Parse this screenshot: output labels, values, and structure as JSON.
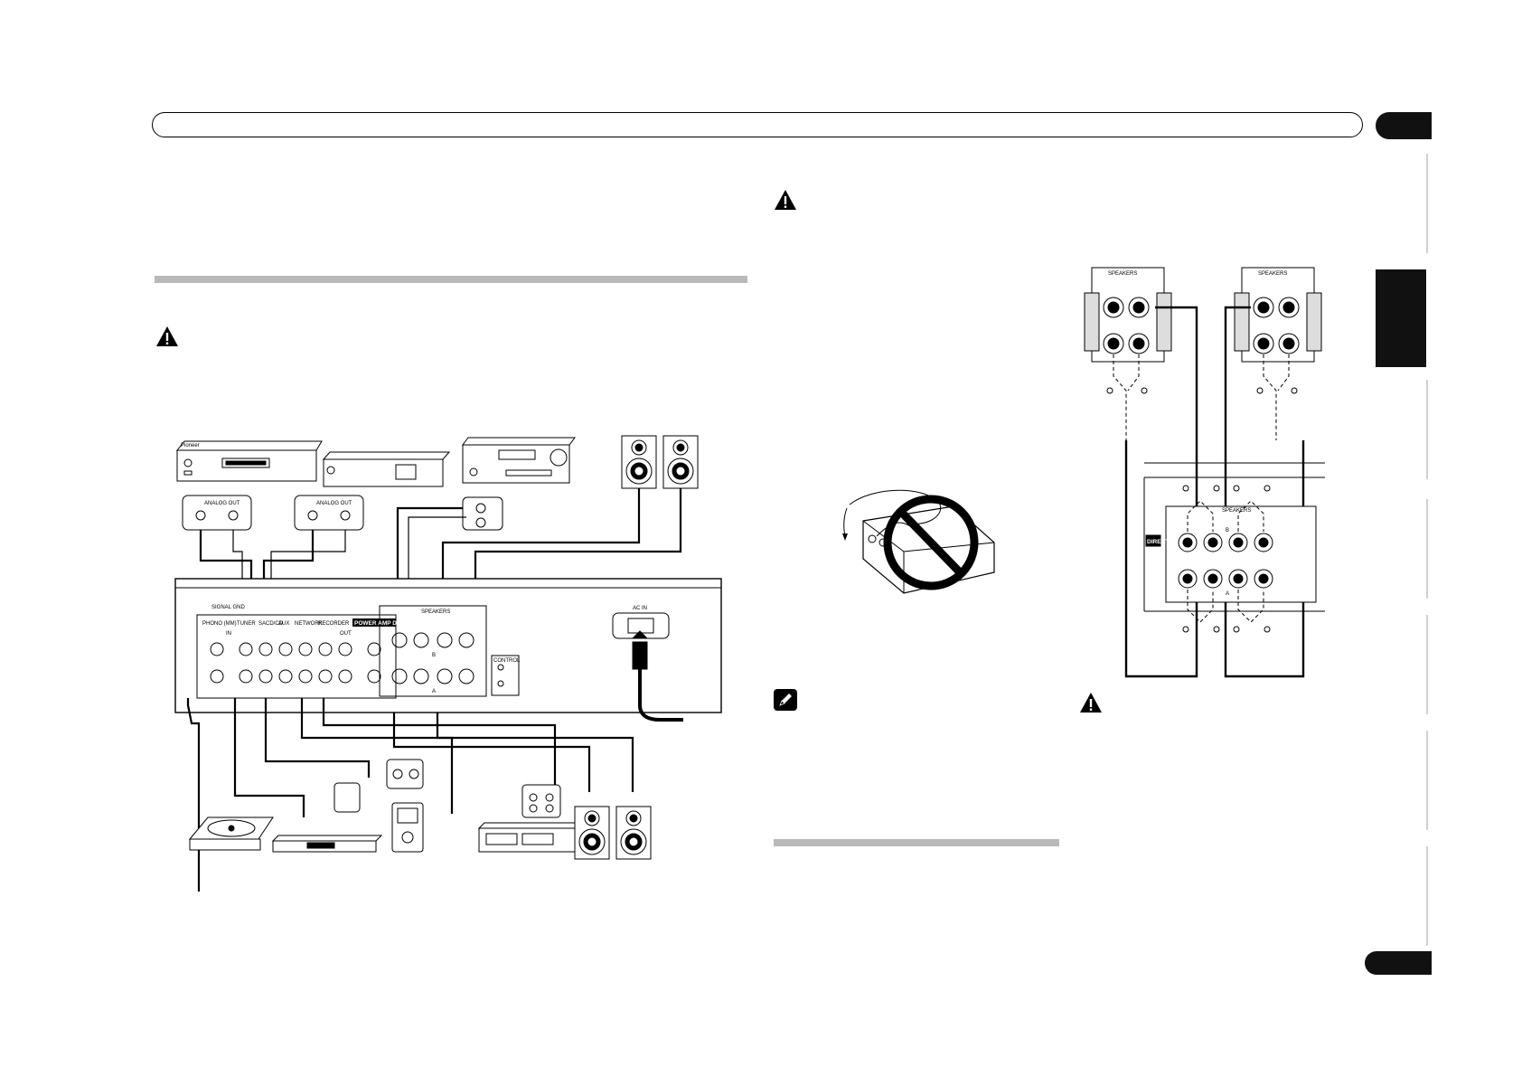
{
  "page": {
    "header_title": "",
    "chapter_number": "",
    "page_number": "",
    "language_tab": ""
  },
  "diagram_main": {
    "labels": {
      "analog_out": "ANALOG OUT",
      "signal_gnd": "SIGNAL GND",
      "phono": "PHONO (MM)",
      "tuner": "TUNER",
      "cd": "SACD/CD",
      "aux": "AUX",
      "network": "NETWORK",
      "recorder": "RECORDER",
      "power_amp_direct": "POWER AMP DIRECT",
      "in": "IN",
      "out": "OUT",
      "speakers": "SPEAKERS",
      "control": "CONTROL",
      "ac_in": "AC IN",
      "spk_a": "A",
      "spk_b": "B",
      "brand": "Pioneer"
    }
  },
  "diagram_bi_wire": {
    "labels": {
      "speakers": "SPEAKERS",
      "speakers_left": "SPEAKERS",
      "speakers_right": "SPEAKERS",
      "spk_a": "A",
      "spk_b": "B",
      "direct": "DIRECT"
    }
  },
  "colors": {
    "rule_gray": "#b9b9b9",
    "ink": "#000000",
    "tab_black": "#111111"
  },
  "icons": [
    "warning-icon",
    "note-pencil-icon",
    "prohibited-icon"
  ]
}
